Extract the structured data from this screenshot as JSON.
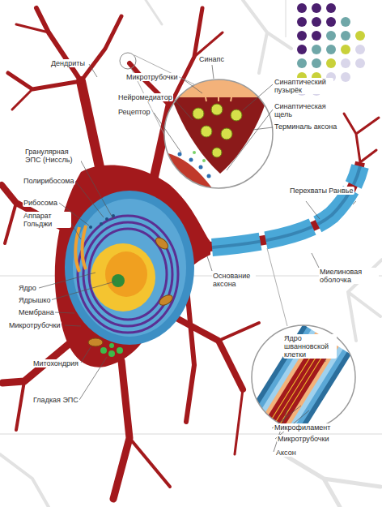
{
  "diagram": {
    "labels": [
      "Дендриты",
      "Микротрубочки",
      "Синапс",
      "Нейромедиатор",
      "Синаптический пузырёк",
      "Рецептор",
      "Синаптическая щель",
      "Терминаль аксона",
      "Гранулярная ЭПС (Ниссль)",
      "Полирибосома",
      "Рибосома",
      "Аппарат Гольджи",
      "Перехваты Ранвье",
      "Ядро",
      "Ядрышко",
      "Мембрана",
      "Микротрубочки",
      "Митохондрия",
      "Гладкая ЭПС",
      "Основание аксона",
      "Миелиновая оболочка",
      "Ядро шванновской клетки",
      "Микрофиламент",
      "Микротрубочки",
      "Аксон"
    ]
  }
}
